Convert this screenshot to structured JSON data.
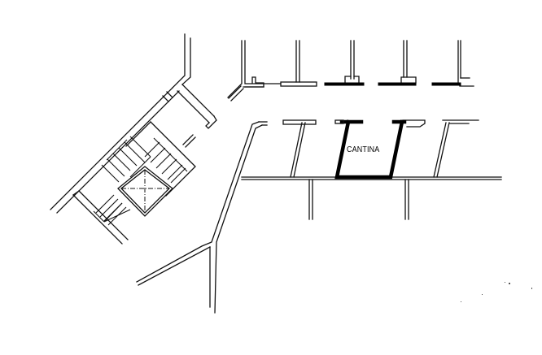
{
  "plan": {
    "type": "floor-plan",
    "description": "Basement cellar floor plan",
    "highlighted_unit": {
      "label": "CANTINA",
      "outline_color": "#000000"
    },
    "colors": {
      "background": "#ffffff",
      "lines": "#111111"
    }
  }
}
